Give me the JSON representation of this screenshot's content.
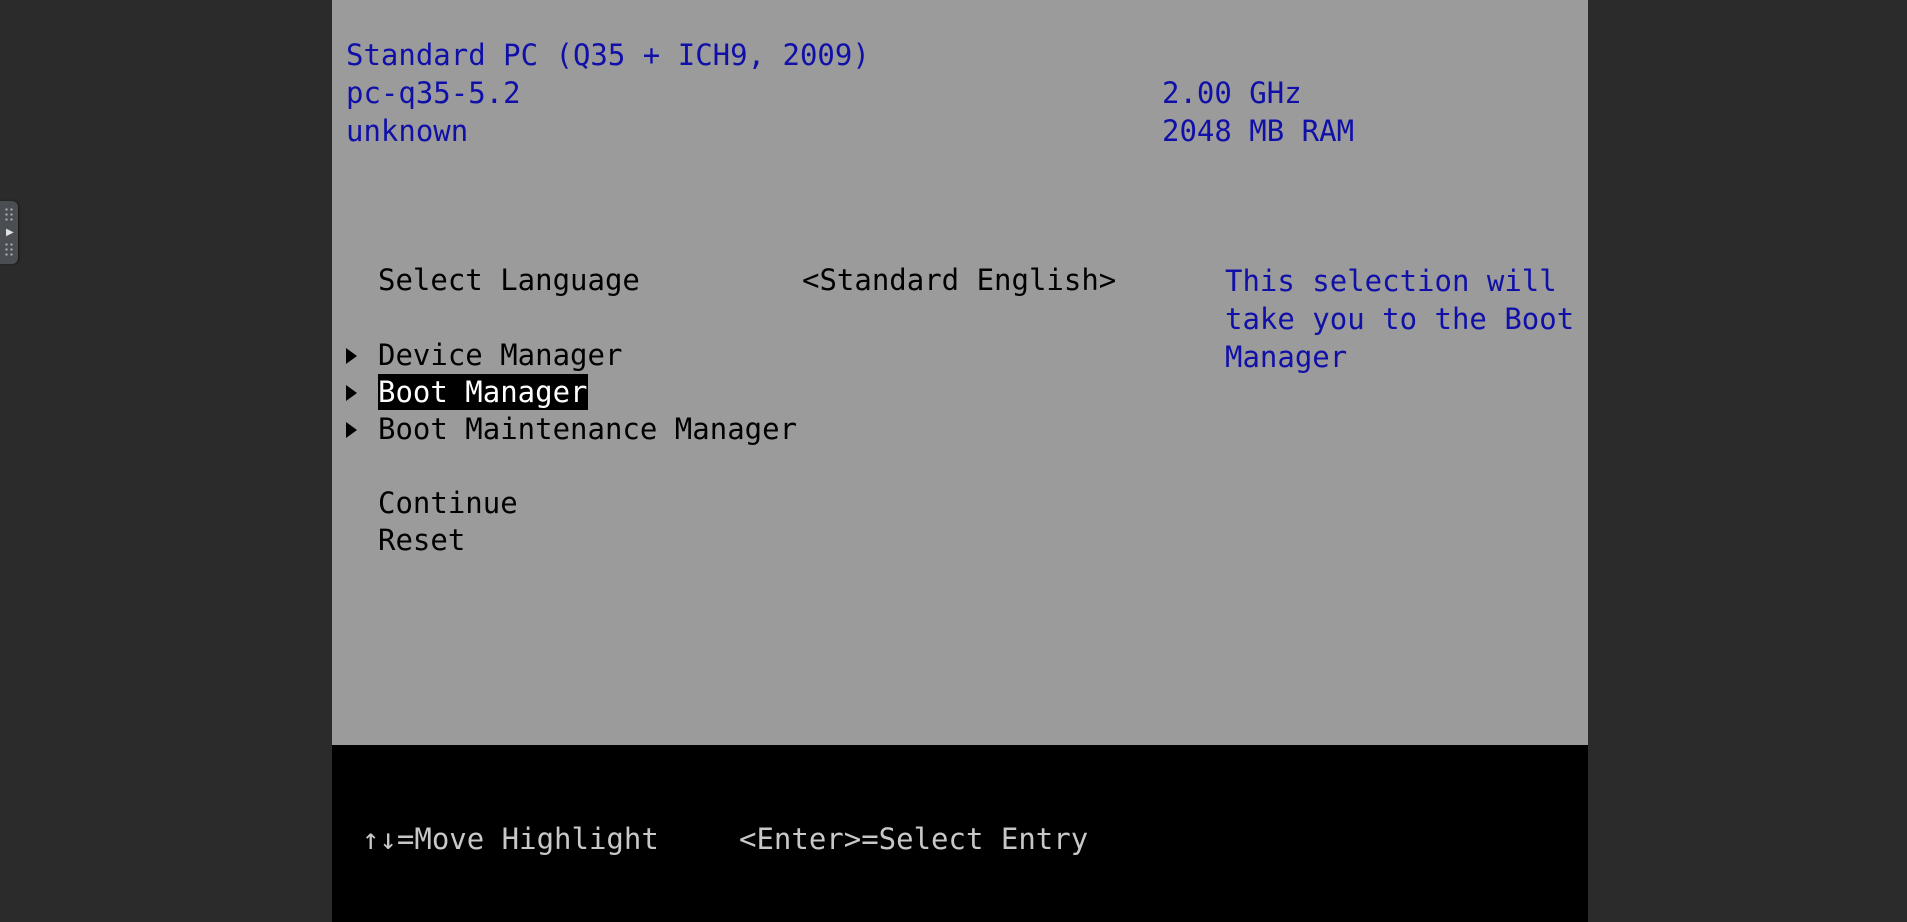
{
  "system": {
    "title": "Standard PC (Q35 + ICH9, 2009)",
    "board": "pc-q35-5.2",
    "serial": "unknown",
    "cpu_speed": "2.00 GHz",
    "memory": "2048 MB RAM"
  },
  "language": {
    "label": "Select Language",
    "value": "<Standard English>"
  },
  "menu": {
    "items": [
      {
        "label": "Device Manager"
      },
      {
        "label": "Boot Manager"
      },
      {
        "label": "Boot Maintenance Manager"
      }
    ],
    "continue_label": "Continue",
    "reset_label": "Reset"
  },
  "help": {
    "text": "This selection will\ntake you to the Boot\nManager"
  },
  "footer": {
    "move_hint": "↑↓=Move Highlight",
    "enter_hint": "<Enter>=Select Entry"
  },
  "colors": {
    "screen_background": "#9b9b9b",
    "info_text": "#1010a8",
    "footer_background": "#000000",
    "viewer_background": "#2b2b2b"
  },
  "icons": {
    "submenu_marker": "triangle-right-icon",
    "side_panel_toggle": "chevron-right-icon"
  }
}
